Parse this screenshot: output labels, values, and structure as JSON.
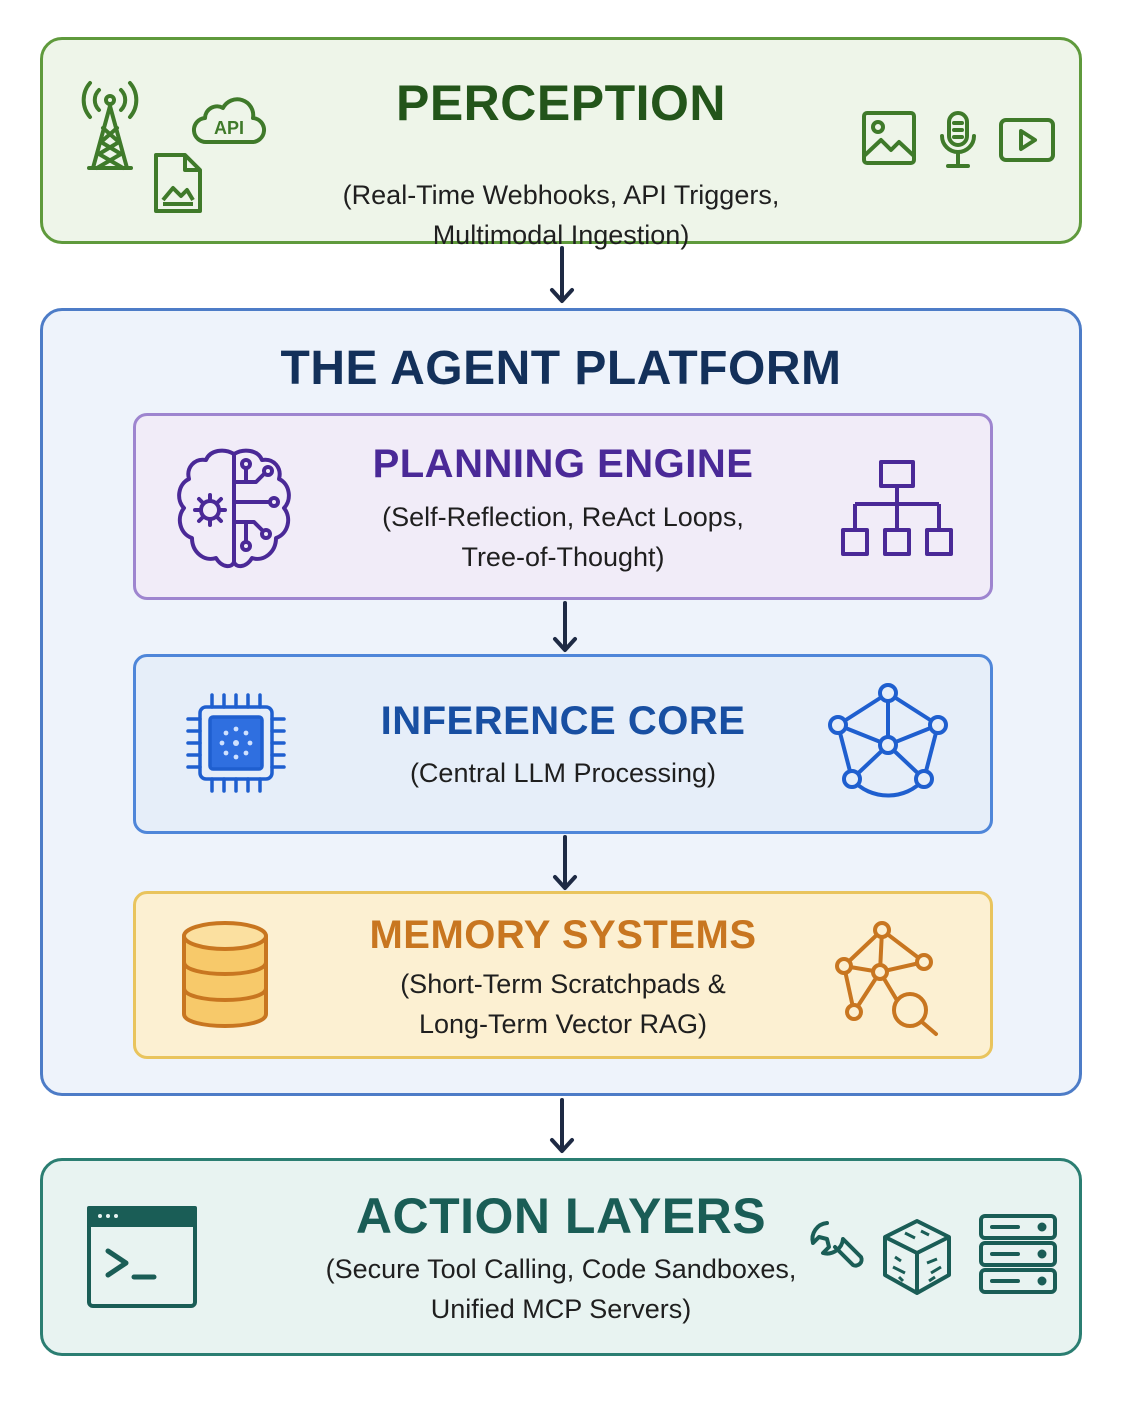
{
  "perception": {
    "title": "PERCEPTION",
    "subtitle_line1": "(Real-Time Webhooks, API Triggers,",
    "subtitle_line2": "Multimodal Ingestion)",
    "api_badge": "API",
    "icons": [
      "antenna-tower-icon",
      "api-cloud-icon",
      "image-file-icon",
      "image-icon",
      "microphone-icon",
      "video-play-icon"
    ],
    "color": "#5f9a3c"
  },
  "platform": {
    "title": "THE AGENT PLATFORM",
    "color": "#4d7cc7",
    "planning": {
      "title": "PLANNING ENGINE",
      "subtitle_line1": "(Self-Reflection, ReAct Loops,",
      "subtitle_line2": "Tree-of-Thought)",
      "icons": [
        "brain-gear-icon",
        "hierarchy-tree-icon"
      ],
      "color": "#4a2997"
    },
    "inference": {
      "title": "INFERENCE CORE",
      "subtitle_line1": "(Central LLM Processing)",
      "icons": [
        "processor-chip-icon",
        "network-graph-icon"
      ],
      "color": "#184fa2"
    },
    "memory": {
      "title": "MEMORY SYSTEMS",
      "subtitle_line1": "(Short-Term Scratchpads &",
      "subtitle_line2": "Long-Term Vector RAG)",
      "icons": [
        "database-icon",
        "graph-search-icon"
      ],
      "color": "#c87620"
    }
  },
  "action": {
    "title": "ACTION LAYERS",
    "subtitle_line1": "(Secure Tool Calling, Code Sandboxes,",
    "subtitle_line2": "Unified MCP Servers)",
    "icons": [
      "terminal-icon",
      "wrench-icon",
      "cube-icon",
      "server-rack-icon"
    ],
    "color": "#2b7e72"
  }
}
